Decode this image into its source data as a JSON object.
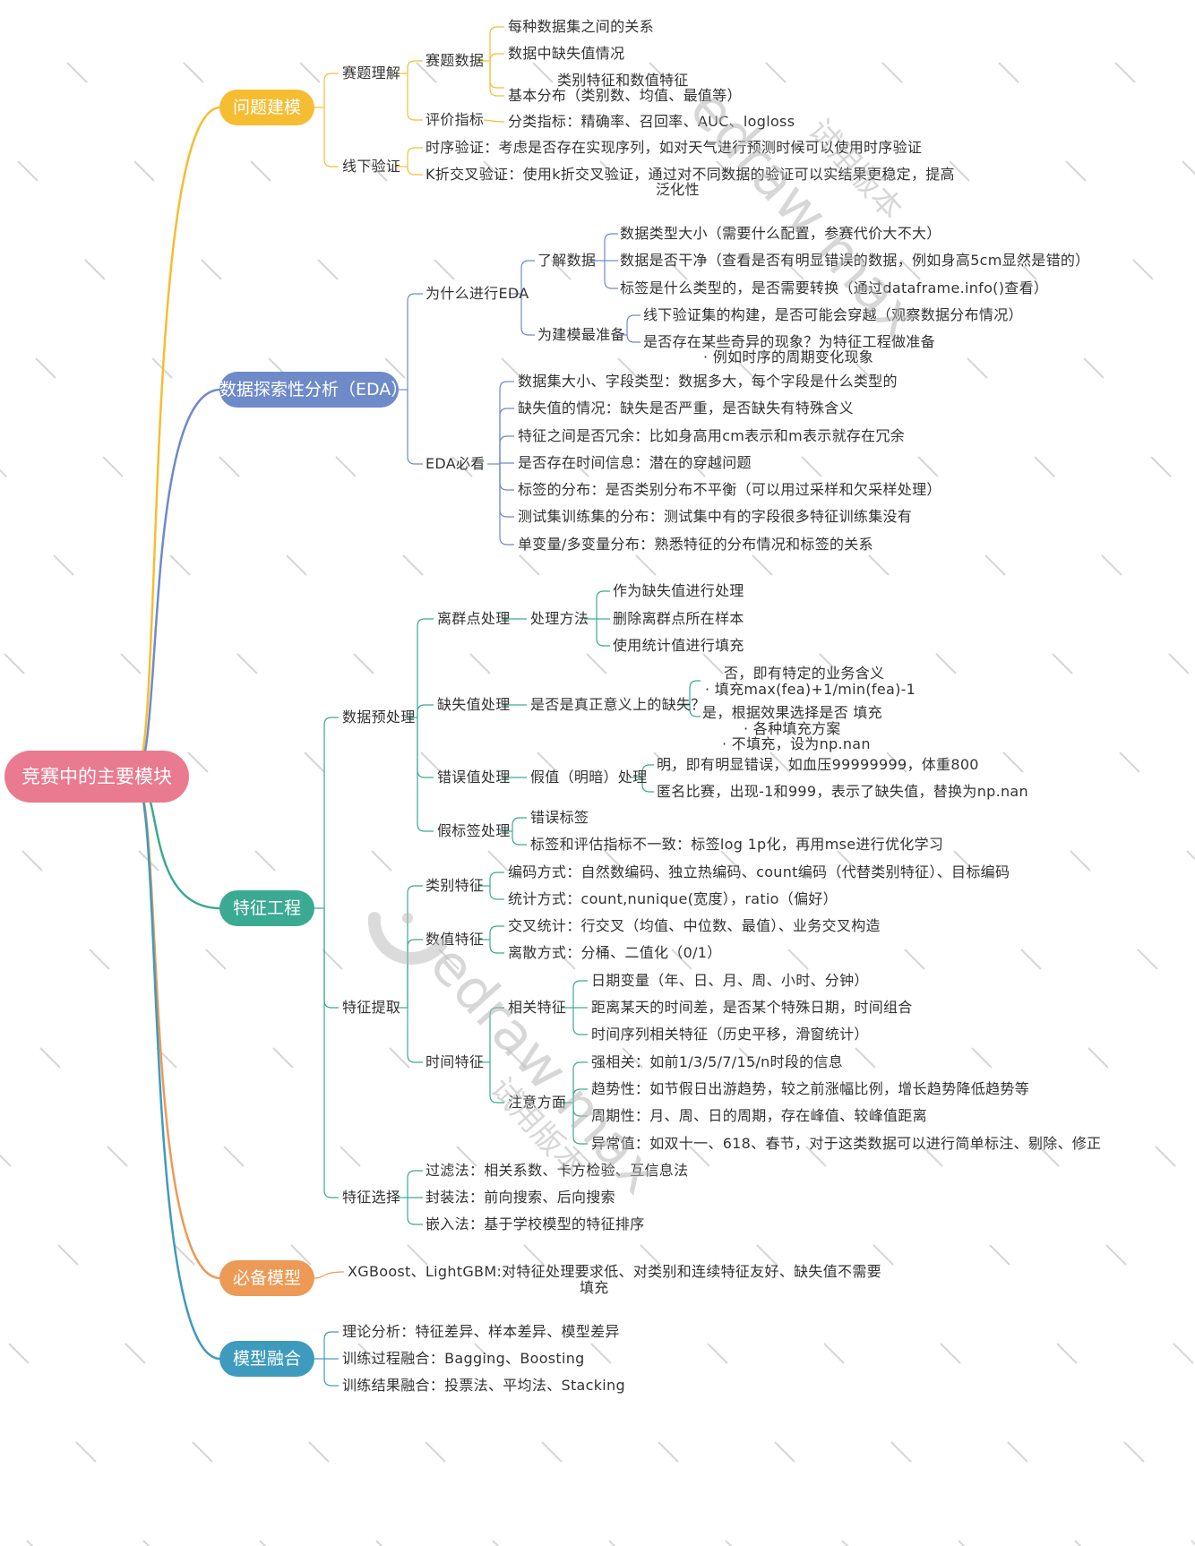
{
  "colors": {
    "root": "#ea7a8f",
    "problem": "#f6bd33",
    "eda": "#6e8ac9",
    "feature": "#3aaa92",
    "model": "#ec9a55",
    "fusion": "#3f9bbd"
  },
  "root": {
    "label": "竞赛中的主要模块"
  },
  "problem": {
    "label": "问题建模",
    "understanding": "赛题理解",
    "data_label": "赛题数据",
    "data_items": [
      "每种数据集之间的关系",
      "数据中缺失值情况",
      "类别特征和数值特征",
      "基本分布（类别数、均值、最值等）"
    ],
    "metric_label": "评价指标",
    "metric_item": "分类指标：精确率、召回率、AUC、logloss",
    "offline": "线下验证",
    "offline_items": [
      "时序验证：考虑是否存在实现序列，如对天气进行预测时候可以使用时序验证",
      "K折交叉验证：使用k折交叉验证，通过对不同数据的验证可以实结果更稳定，提高",
      "泛化性"
    ]
  },
  "eda": {
    "label": "数据探索性分析（EDA）",
    "why": "为什么进行EDA",
    "know": "了解数据",
    "know_items": [
      "数据类型大小（需要什么配置，参赛代价大不大）",
      "数据是否干净（查看是否有明显错误的数据，例如身高5cm显然是错的）",
      "标签是什么类型的，是否需要转换（通过dataframe.info()查看）"
    ],
    "prep": "为建模最准备",
    "prep_items": [
      "线下验证集的构建，是否可能会穿越（观察数据分布情况）",
      "是否存在某些奇异的现象？为特征工程做准备",
      "· 例如时序的周期变化现象"
    ],
    "must": "EDA必看",
    "must_items": [
      "数据集大小、字段类型：数据多大，每个字段是什么类型的",
      "缺失值的情况：缺失是否严重，是否缺失有特殊含义",
      "特征之间是否冗余：比如身高用cm表示和m表示就存在冗余",
      "是否存在时间信息：潜在的穿越问题",
      "标签的分布：是否类别分布不平衡（可以用过采样和欠采样处理）",
      "测试集训练集的分布：测试集中有的字段很多特征训练集没有",
      "单变量/多变量分布：熟悉特征的分布情况和标签的关系"
    ]
  },
  "feature": {
    "label": "特征工程",
    "preprocess": "数据预处理",
    "outlier": "离群点处理",
    "method": "处理方法",
    "method_items": [
      "作为缺失值进行处理",
      "删除离群点所在样本",
      "使用统计值进行填充"
    ],
    "missing": "缺失值处理",
    "real_missing": "是否是真正意义上的缺失？",
    "real_no": [
      "否，即有特定的业务含义",
      "· 填充max(fea)+1/min(fea)-1"
    ],
    "real_yes": [
      "是，根据效果选择是否  填充",
      "· 各种填充方案",
      "· 不填充，设为np.nan"
    ],
    "error": "错误值处理",
    "fake": "假值（明暗）处理",
    "fake_items": [
      "明，即有明显错误，如血压99999999，体重800",
      "匿名比赛，出现-1和999，表示了缺失值，替换为np.nan"
    ],
    "fake_label": "假标签处理",
    "fake_label_items": [
      "错误标签",
      "标签和评估指标不一致：标签log 1p化，再用mse进行优化学习"
    ],
    "extract": "特征提取",
    "cat": "类别特征",
    "cat_items": [
      "编码方式：自然数编码、独立热编码、count编码（代替类别特征）、目标编码",
      "统计方式：count,nunique(宽度），ratio（偏好）"
    ],
    "num": "数值特征",
    "num_items": [
      "交叉统计：行交叉（均值、中位数、最值）、业务交叉构造",
      "离散方式：分桶、二值化（0/1）"
    ],
    "time": "时间特征",
    "related": "相关特征",
    "related_items": [
      "日期变量（年、日、月、周、小时、分钟）",
      "距离某天的时间差，是否某个特殊日期，时间组合",
      "时间序列相关特征（历史平移，滑窗统计）"
    ],
    "attention": "注意方面",
    "attention_items": [
      "强相关：如前1/3/5/7/15/n时段的信息",
      "趋势性：如节假日出游趋势，较之前涨幅比例，增长趋势降低趋势等",
      "周期性：月、周、日的周期，存在峰值、较峰值距离",
      "异常值：如双十一、618、春节，对于这类数据可以进行简单标注、剔除、修正"
    ],
    "select": "特征选择",
    "select_items": [
      "过滤法：相关系数、卡方检验、互信息法",
      "封装法：前向搜索、后向搜索",
      "嵌入法：基于学校模型的特征排序"
    ]
  },
  "model": {
    "label": "必备模型",
    "desc": "XGBoost、LightGBM:对特征处理要求低、对类别和连续特征友好、缺失值不需要",
    "desc2": "填充"
  },
  "fusion": {
    "label": "模型融合",
    "items": [
      "理论分析：特征差异、样本差异、模型差异",
      "训练过程融合：Bagging、Boosting",
      "训练结果融合：投票法、平均法、Stacking"
    ]
  },
  "watermark": {
    "brand": "edraw max",
    "trial": "试用版本"
  }
}
